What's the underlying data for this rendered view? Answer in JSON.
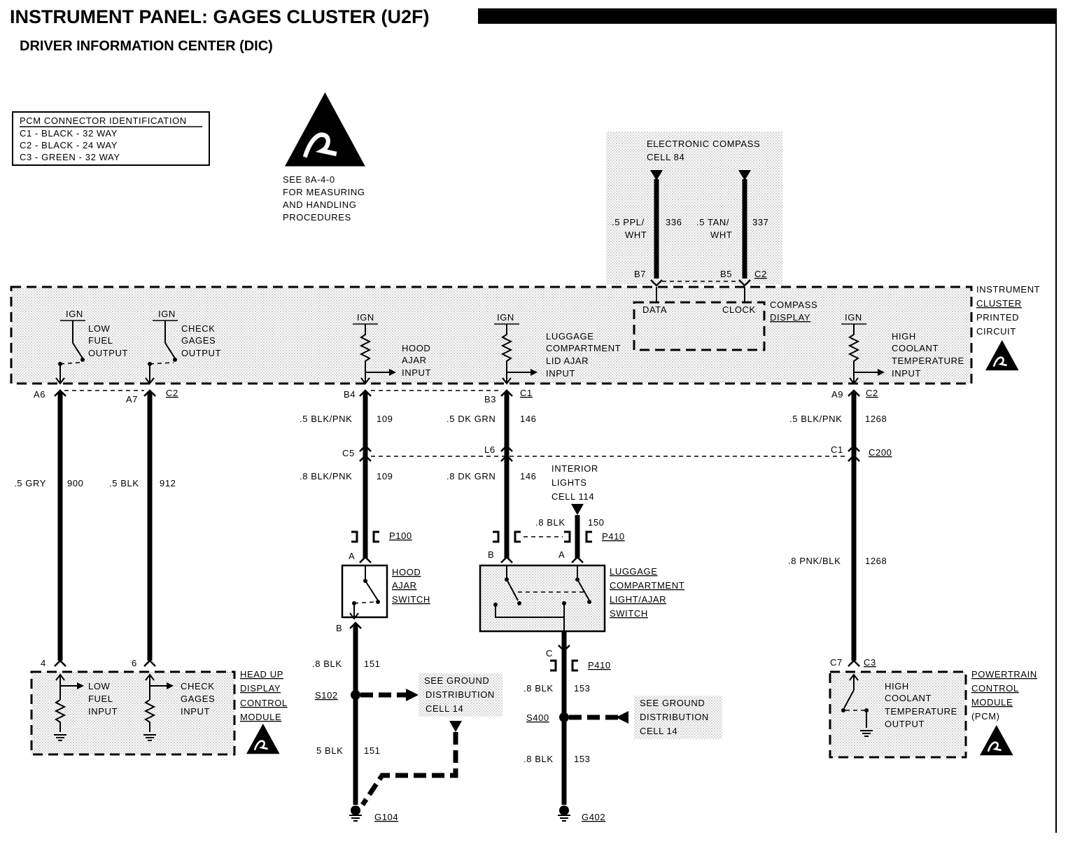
{
  "header": {
    "title": "INSTRUMENT PANEL: GAGES CLUSTER (U2F)",
    "subtitle": "DRIVER INFORMATION CENTER (DIC)"
  },
  "pcm_table": {
    "heading": "PCM CONNECTOR IDENTIFICATION",
    "rows": [
      "C1 - BLACK - 32 WAY",
      "C2 - BLACK - 24 WAY",
      "C3 - GREEN - 32 WAY"
    ]
  },
  "esd_note": {
    "lines": [
      "SEE 8A-4-0",
      "FOR MEASURING",
      "AND HANDLING",
      "PROCEDURES"
    ]
  },
  "compass": {
    "title_lines": [
      "ELECTRONIC COMPASS",
      "CELL 84"
    ],
    "wire1_color": [
      ".5 PPL/",
      "WHT"
    ],
    "wire1_circuit": "336",
    "wire2_color": [
      ".5 TAN/",
      "WHT"
    ],
    "wire2_circuit": "337",
    "pin1": "B7",
    "pin2": "B5",
    "connector": "C2",
    "display_labels": [
      "DATA",
      "CLOCK"
    ],
    "display_name": [
      "COMPASS",
      "DISPLAY"
    ]
  },
  "cluster": {
    "name_lines": [
      "INSTRUMENT",
      "CLUSTER",
      "PRINTED",
      "CIRCUIT"
    ],
    "ign": "IGN",
    "low_fuel_output": [
      "LOW",
      "FUEL",
      "OUTPUT"
    ],
    "check_gages_output": [
      "CHECK",
      "GAGES",
      "OUTPUT"
    ],
    "hood_ajar_input": [
      "HOOD",
      "AJAR",
      "INPUT"
    ],
    "luggage_input": [
      "LUGGAGE",
      "COMPARTMENT",
      "LID AJAR",
      "INPUT"
    ],
    "high_coolant_input": [
      "HIGH",
      "COOLANT",
      "TEMPERATURE",
      "INPUT"
    ]
  },
  "pins": {
    "a6": "A6",
    "a7": "A7",
    "c2_left": "C2",
    "b4": "B4",
    "b3": "B3",
    "c1_mid": "C1",
    "a9": "A9",
    "c2_right": "C2",
    "c5": "C5",
    "l6": "L6",
    "c1_right": "C1",
    "c200": "C200"
  },
  "wires": {
    "w900_color": ".5 GRY",
    "w900": "900",
    "w912_color": ".5 BLK",
    "w912": "912",
    "w109a_color": ".5 BLK/PNK",
    "w109a": "109",
    "w109b_color": ".8 BLK/PNK",
    "w109b": "109",
    "w146a_color": ".5 DK GRN",
    "w146a": "146",
    "w146b_color": ".8 DK GRN",
    "w146b": "146",
    "w1268a_color": ".5 BLK/PNK",
    "w1268a": "1268",
    "w1268b_color": ".8 PNK/BLK",
    "w1268b": "1268",
    "w150_color": ".8 BLK",
    "w150": "150",
    "w151a_color": ".8 BLK",
    "w151a": "151",
    "w151b_color": "5 BLK",
    "w151b": "151",
    "w153a_color": ".8 BLK",
    "w153a": "153",
    "w153b_color": ".8 BLK",
    "w153b": "153"
  },
  "interior_lights": [
    "INTERIOR",
    "LIGHTS",
    "CELL 114"
  ],
  "connectors": {
    "p100": "P100",
    "p410_top": "P410",
    "p410_bottom": "P410",
    "hood_a": "A",
    "hood_b": "B",
    "lug_b": "B",
    "lug_a": "A",
    "lug_c": "C",
    "hud_4": "4",
    "hud_6": "6",
    "c7": "C7",
    "c3": "C3"
  },
  "hood_switch": [
    "HOOD",
    "AJAR",
    "SWITCH"
  ],
  "luggage_switch": [
    "LUGGAGE",
    "COMPARTMENT",
    "LIGHT/AJAR",
    "SWITCH"
  ],
  "hud": {
    "name_lines": [
      "HEAD UP",
      "DISPLAY",
      "CONTROL",
      "MODULE"
    ],
    "low_fuel_input": [
      "LOW",
      "FUEL",
      "INPUT"
    ],
    "check_gages_input": [
      "CHECK",
      "GAGES",
      "INPUT"
    ]
  },
  "splices": {
    "s102": "S102",
    "s400": "S400"
  },
  "ground_ref": [
    "SEE GROUND",
    "DISTRIBUTION",
    "CELL 14"
  ],
  "grounds": {
    "g104": "G104",
    "g402": "G402"
  },
  "pcm": {
    "name_lines": [
      "POWERTRAIN",
      "CONTROL",
      "MODULE",
      "(PCM)"
    ],
    "output_lines": [
      "HIGH",
      "COOLANT",
      "TEMPERATURE",
      "OUTPUT"
    ]
  }
}
